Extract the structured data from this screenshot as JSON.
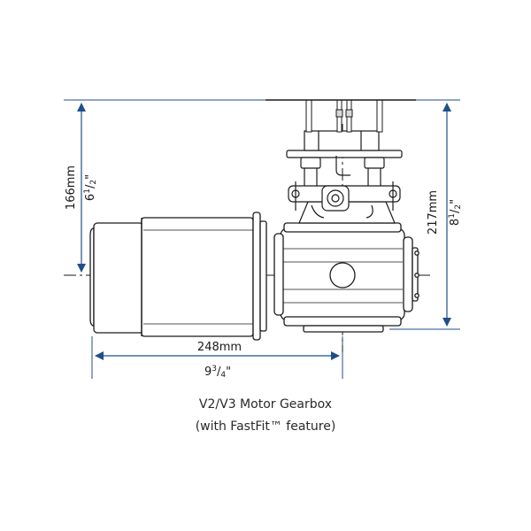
{
  "diagram": {
    "dimensions": {
      "height_metric": "166mm",
      "height_imperial_whole": "6",
      "height_imperial_num": "1",
      "height_imperial_den": "2",
      "height_imperial_suffix": "\"",
      "total_height_metric": "217mm",
      "total_height_imperial_whole": "8",
      "total_height_imperial_num": "1",
      "total_height_imperial_den": "2",
      "total_height_imperial_suffix": "\"",
      "length_metric": "248mm",
      "length_imperial_whole": "9",
      "length_imperial_num": "3",
      "length_imperial_den": "4",
      "length_imperial_suffix": "\""
    },
    "colors": {
      "arrow": "#1f4f8a",
      "line": "#1a1a1a",
      "fill": "#ffffff"
    }
  },
  "caption": {
    "line1": "V2/V3 Motor Gearbox",
    "line2": "(with FastFit™ feature)"
  }
}
